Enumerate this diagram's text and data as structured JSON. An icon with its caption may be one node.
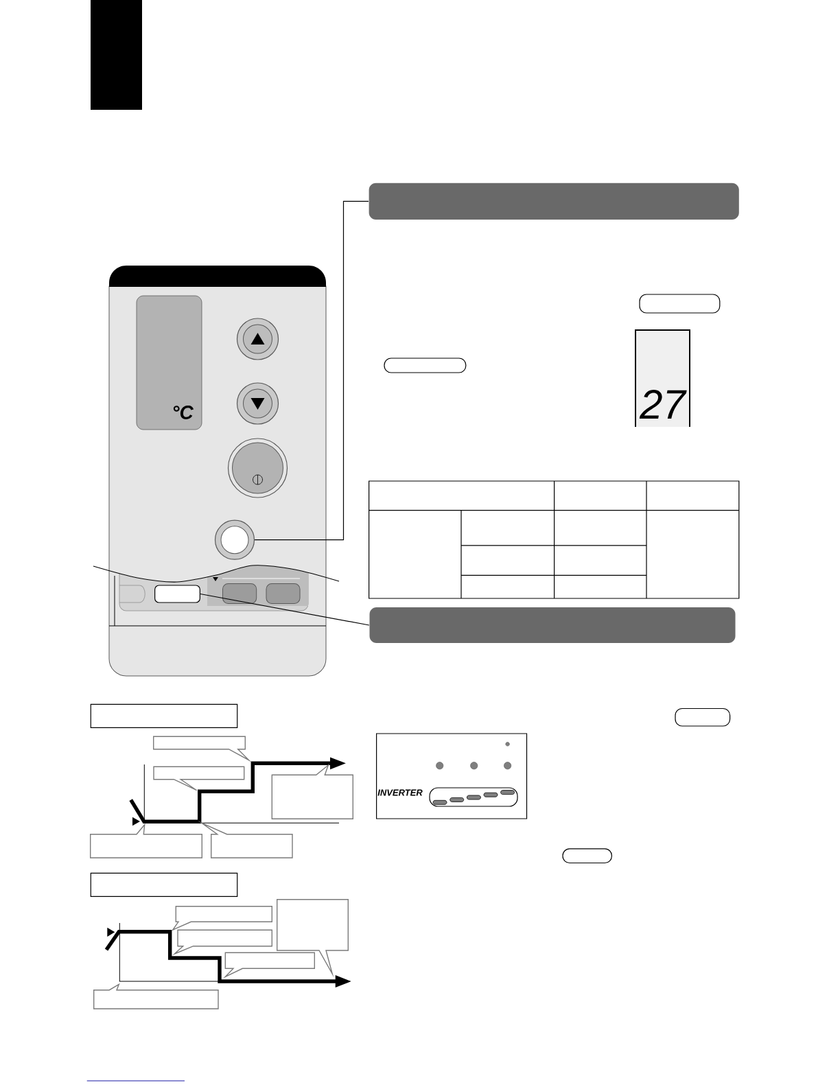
{
  "diagram": {
    "nodes": [
      {
        "text": [],
        "shape": "box"
      },
      {
        "text": [],
        "shape": "bar"
      },
      {
        "text": [],
        "shape": "circle"
      },
      {
        "text": [],
        "shape": "circle"
      },
      {
        "text": [],
        "shape": "circle"
      },
      {
        "text": [],
        "shape": "circle"
      },
      {
        "text": [],
        "shape": "box"
      },
      {
        "text": [],
        "shape": "bar"
      },
      {
        "text": [],
        "shape": "callout"
      },
      {
        "text": [],
        "shape": "callout"
      },
      {
        "text": [],
        "shape": "callout"
      },
      {
        "text": [],
        "shape": "callout"
      },
      {
        "text": [],
        "shape": "callout"
      },
      {
        "text": [],
        "shape": "callout"
      },
      {
        "text": [],
        "shape": "callout"
      },
      {
        "text": [],
        "shape": "callout"
      },
      {
        "text": [],
        "shape": "callout"
      },
      {
        "text": [],
        "shape": "callout"
      }
    ],
    "edges": [
      {
        "from": 5,
        "to": 1,
        "arrow": "none"
      },
      {
        "from": 6,
        "to": 7,
        "arrow": "none"
      }
    ],
    "labels": [
      "°C",
      "27",
      "INVERTER"
    ]
  }
}
